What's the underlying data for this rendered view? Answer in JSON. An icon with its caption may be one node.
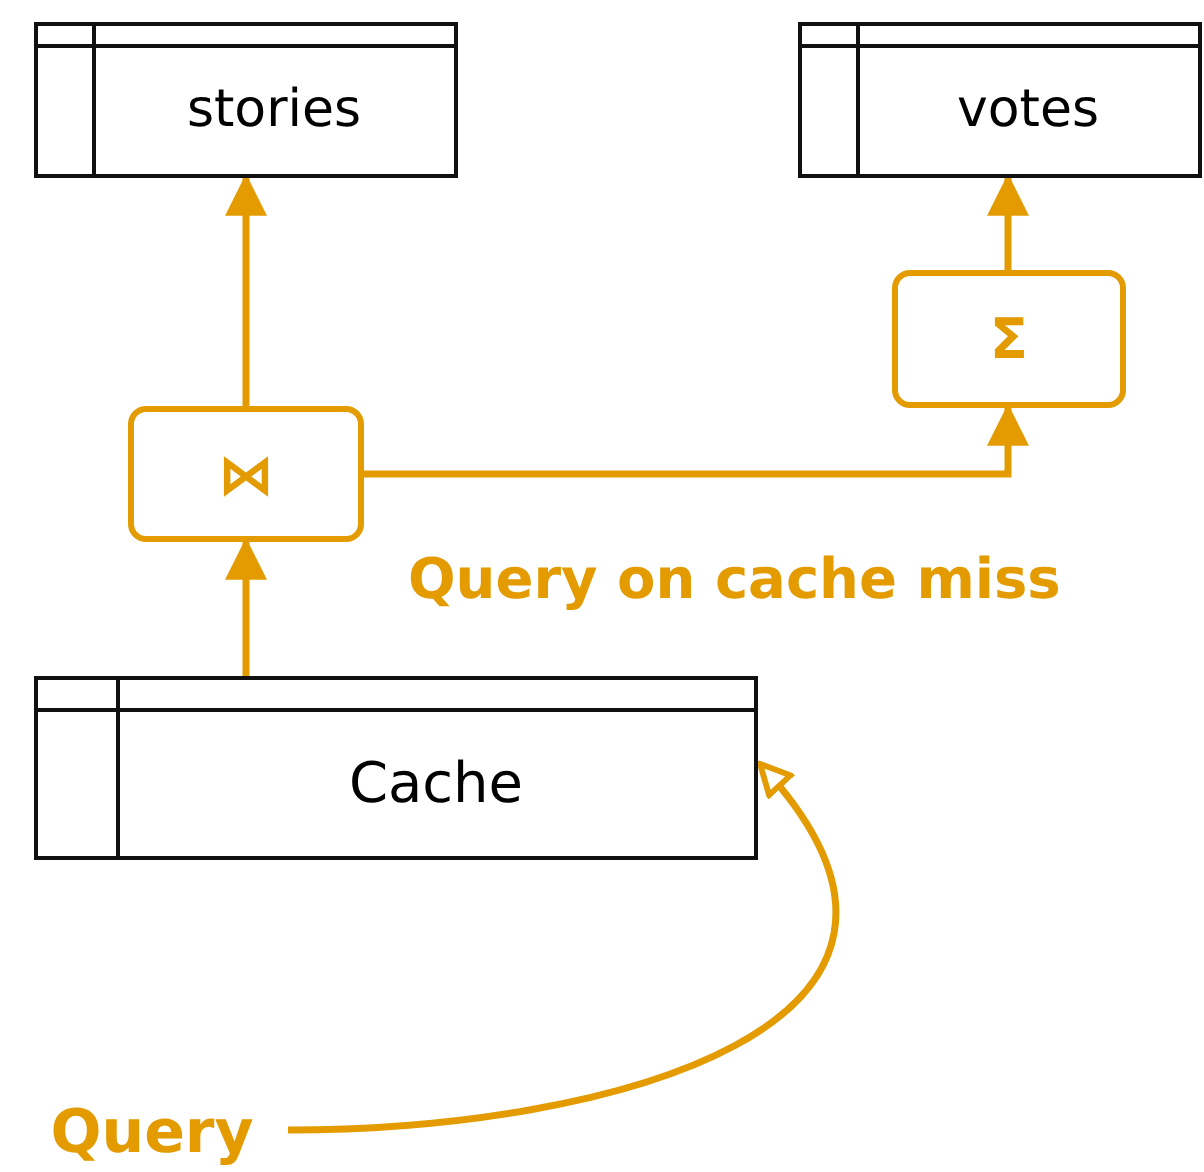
{
  "diagram": {
    "nodes": [
      {
        "text": [
          "stories"
        ]
      },
      {
        "text": [
          "votes"
        ]
      },
      {
        "text": [
          "⋈"
        ]
      },
      {
        "text": [
          "Σ"
        ]
      },
      {
        "text": [
          "Cache"
        ]
      },
      {
        "text": [
          "Query"
        ]
      }
    ],
    "edges": [
      {
        "from": 2,
        "to": 0,
        "arrow": "to"
      },
      {
        "from": 3,
        "to": 1,
        "arrow": "to"
      },
      {
        "from": 2,
        "to": 3,
        "arrow": "to"
      },
      {
        "from": 4,
        "to": 2,
        "arrow": "to"
      },
      {
        "from": 5,
        "to": 4,
        "arrow": "to"
      }
    ],
    "labels": [
      "Query on cache miss"
    ]
  }
}
